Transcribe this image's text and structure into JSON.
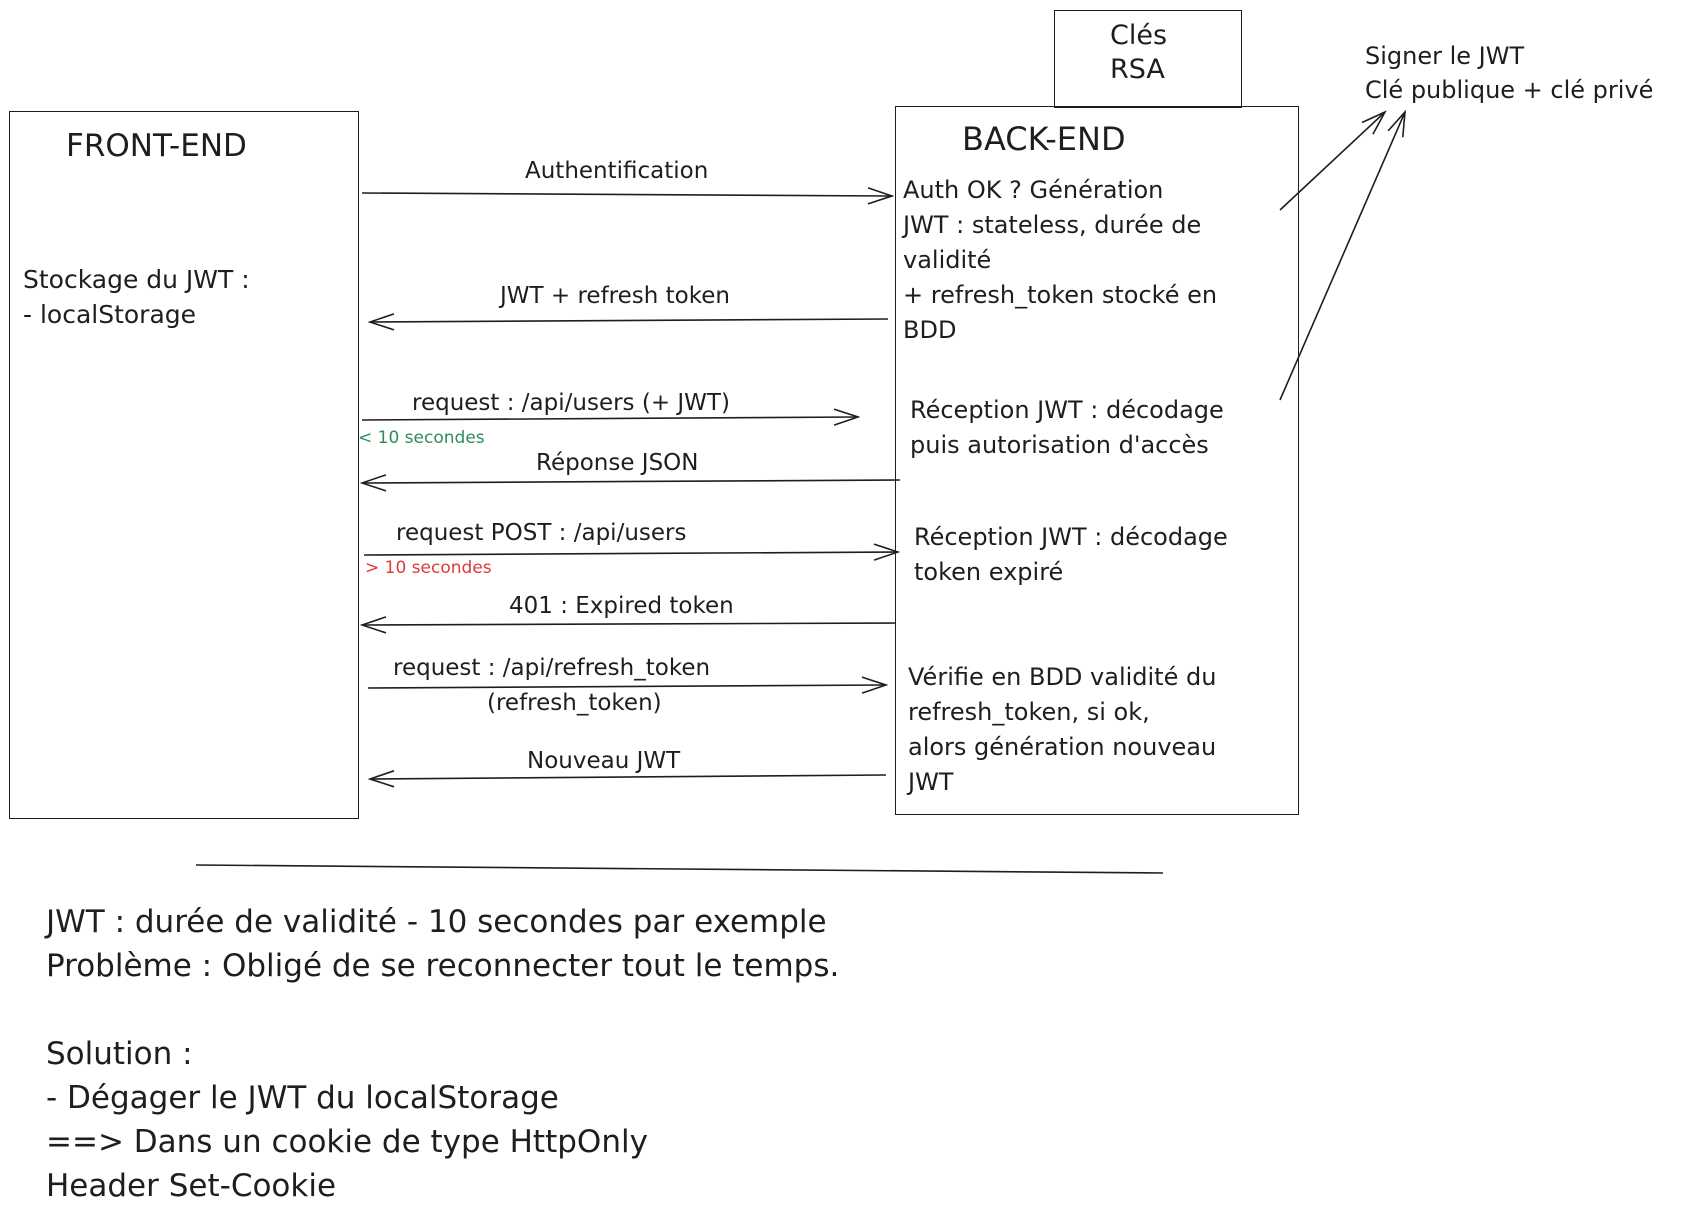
{
  "keys_box": {
    "line1": "Clés",
    "line2": "RSA"
  },
  "frontend": {
    "title": "FRONT-END",
    "storage_line1": "Stockage du JWT :",
    "storage_line2": "- localStorage"
  },
  "backend": {
    "title": "BACK-END",
    "block1": [
      "Auth OK ? Génération",
      "JWT : stateless, durée de",
      "validité",
      "+ refresh_token stocké en",
      "BDD"
    ],
    "block2": [
      "Réception JWT : décodage",
      "puis autorisation d'accès"
    ],
    "block3": [
      "Réception JWT : décodage",
      "token expiré"
    ],
    "block4": [
      "Vérifie en BDD validité du",
      "refresh_token, si ok,",
      "alors génération nouveau",
      "JWT"
    ]
  },
  "signing_note": {
    "line1": "Signer le JWT",
    "line2": "Clé publique + clé privé"
  },
  "messages": {
    "auth": "Authentification",
    "jwt_refresh": "JWT + refresh token",
    "request_users": "request : /api/users (+ JWT)",
    "under_10": "< 10 secondes",
    "json_response": "Réponse JSON",
    "request_post": "request POST : /api/users",
    "over_10": "> 10 secondes",
    "expired": "401 : Expired token",
    "refresh_req_line1": "request : /api/refresh_token",
    "refresh_req_line2": "(refresh_token)",
    "new_jwt": "Nouveau JWT"
  },
  "notes": {
    "line1": "JWT : durée de validité - 10 secondes par exemple",
    "line2": "Problème : Obligé de se reconnecter tout le temps.",
    "line3": "Solution :",
    "line4": "- Dégager le JWT du localStorage",
    "line5": "==> Dans un cookie de type HttpOnly",
    "line6": "Header Set-Cookie"
  },
  "colors": {
    "ink": "#1e1e1e",
    "green": "#2f8c5a",
    "red": "#d93b3b"
  }
}
